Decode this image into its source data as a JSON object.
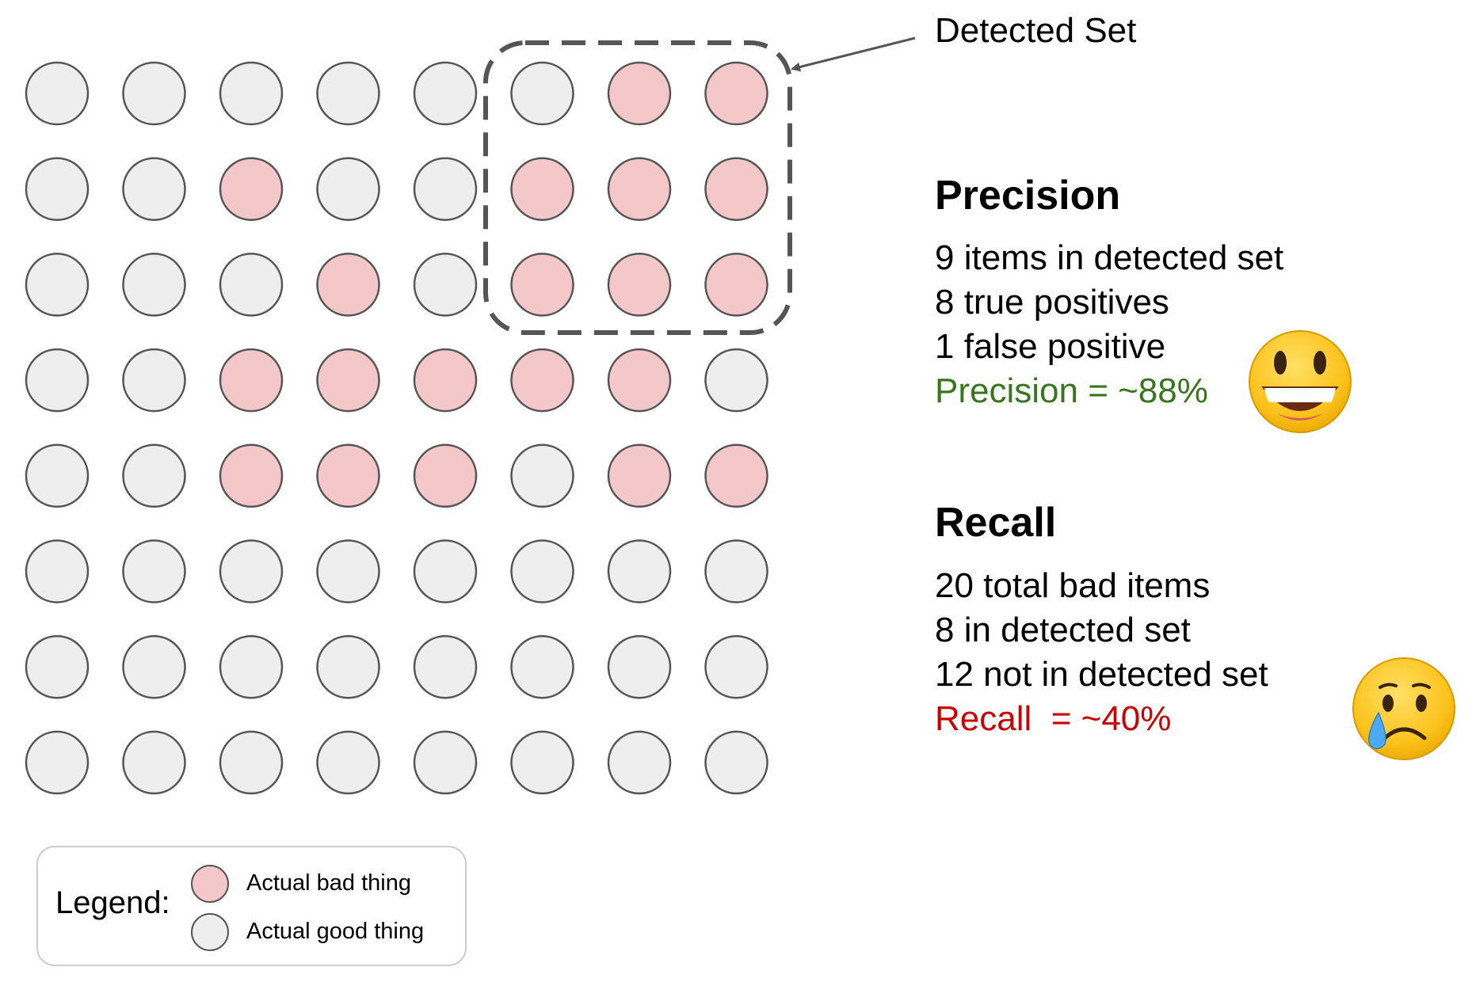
{
  "detected_set": {
    "label": "Detected Set"
  },
  "grid": {
    "rows": [
      [
        "good",
        "good",
        "good",
        "good",
        "good",
        "good",
        "bad",
        "bad"
      ],
      [
        "good",
        "good",
        "bad",
        "good",
        "good",
        "bad",
        "bad",
        "bad"
      ],
      [
        "good",
        "good",
        "good",
        "bad",
        "good",
        "bad",
        "bad",
        "bad"
      ],
      [
        "good",
        "good",
        "bad",
        "bad",
        "bad",
        "bad",
        "bad",
        "good"
      ],
      [
        "good",
        "good",
        "bad",
        "bad",
        "bad",
        "good",
        "bad",
        "bad"
      ],
      [
        "good",
        "good",
        "good",
        "good",
        "good",
        "good",
        "good",
        "good"
      ],
      [
        "good",
        "good",
        "good",
        "good",
        "good",
        "good",
        "good",
        "good"
      ],
      [
        "good",
        "good",
        "good",
        "good",
        "good",
        "good",
        "good",
        "good"
      ]
    ]
  },
  "colors": {
    "bad": "#f4c7c9",
    "good": "#eeeeee",
    "stroke": "#555555",
    "dashed_box": "#555555",
    "precision_result": "#38761d",
    "recall_result": "#cc0000"
  },
  "precision": {
    "title": "Precision",
    "lines": [
      "9 items in detected set",
      "8 true positives",
      "1 false positive"
    ],
    "result": "Precision = ~88%",
    "emoji": "grinning-face-icon"
  },
  "recall": {
    "title": "Recall",
    "lines": [
      "20 total bad items",
      "8 in detected set",
      "12 not in detected set"
    ],
    "result": "Recall  = ~40%",
    "emoji": "crying-face-icon"
  },
  "legend": {
    "label": "Legend:",
    "bad_label": "Actual bad thing",
    "good_label": "Actual good thing"
  }
}
